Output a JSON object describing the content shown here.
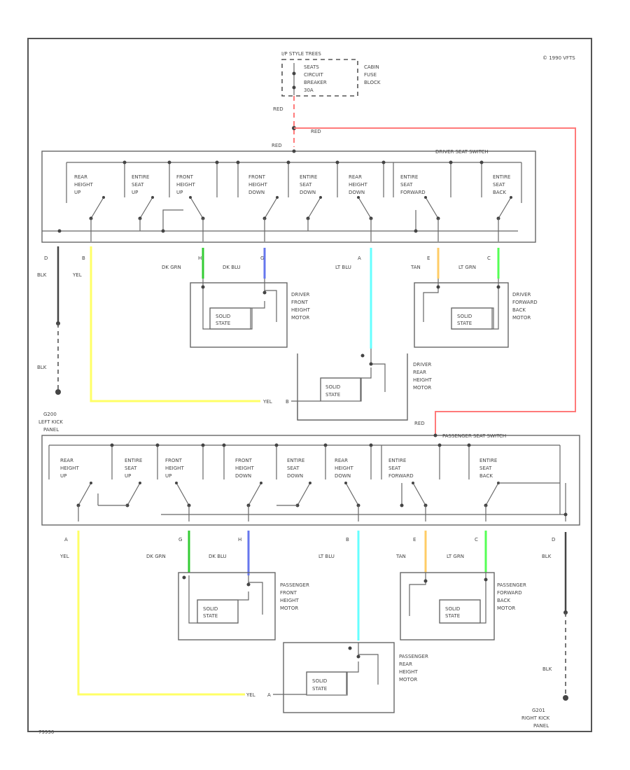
{
  "copyright": "© 1990 VFTS",
  "figure_id": "79930",
  "colors": {
    "RED": "#ff7a7a",
    "YEL": "#ffff66",
    "DK GRN": "#33cc33",
    "DK BLU": "#6677ee",
    "LT BLU": "#66ffff",
    "TAN": "#ffcc66",
    "LT GRN": "#55ff55",
    "BLK": "#444444"
  },
  "fuse": {
    "header": "I/P STYLE TREES",
    "lines": [
      "SEATS",
      "CIRCUIT",
      "BREAKER",
      "30A"
    ],
    "block": [
      "CABIN",
      "FUSE",
      "BLOCK"
    ]
  },
  "red_labels": {
    "a": "RED",
    "b": "RED",
    "c": "RED",
    "d": "RED"
  },
  "driver_switch": {
    "title": "DRIVER SEAT SWITCH",
    "sections": [
      [
        "REAR",
        "HEIGHT",
        "UP"
      ],
      [
        "ENTIRE",
        "SEAT",
        "UP"
      ],
      [
        "FRONT",
        "HEIGHT",
        "UP"
      ],
      [
        "FRONT",
        "HEIGHT",
        "DOWN"
      ],
      [
        "ENTIRE",
        "SEAT",
        "DOWN"
      ],
      [
        "REAR",
        "HEIGHT",
        "DOWN"
      ],
      [
        "ENTIRE",
        "SEAT",
        "FORWARD"
      ],
      [
        "ENTIRE",
        "SEAT",
        "BACK"
      ]
    ]
  },
  "driver_wires": [
    {
      "pin": "D",
      "label": "BLK"
    },
    {
      "pin": "B",
      "label": "YEL"
    },
    {
      "pin": "H",
      "label": "DK GRN"
    },
    {
      "pin": "G",
      "label": "DK BLU"
    },
    {
      "pin": "A",
      "label": "LT BLU"
    },
    {
      "pin": "E",
      "label": "TAN"
    },
    {
      "pin": "C",
      "label": "LT GRN"
    }
  ],
  "driver_motors": {
    "front": [
      "DRIVER",
      "FRONT",
      "HEIGHT",
      "MOTOR"
    ],
    "forward": [
      "DRIVER",
      "FORWARD",
      "BACK",
      "MOTOR"
    ],
    "rear": [
      "DRIVER",
      "REAR",
      "HEIGHT",
      "MOTOR"
    ]
  },
  "motor_inner": [
    "SOLID",
    "STATE"
  ],
  "yel_b": "YEL",
  "pin_b": "B",
  "yel_a": "YEL",
  "pin_a": "A",
  "ground_left": {
    "wire": "BLK",
    "label": [
      "G200",
      "LEFT KICK",
      "PANEL"
    ]
  },
  "passenger_switch": {
    "title": "PASSENGER SEAT SWITCH",
    "sections": [
      [
        "REAR",
        "HEIGHT",
        "UP"
      ],
      [
        "ENTIRE",
        "SEAT",
        "UP"
      ],
      [
        "FRONT",
        "HEIGHT",
        "UP"
      ],
      [
        "FRONT",
        "HEIGHT",
        "DOWN"
      ],
      [
        "ENTIRE",
        "SEAT",
        "DOWN"
      ],
      [
        "REAR",
        "HEIGHT",
        "DOWN"
      ],
      [
        "ENTIRE",
        "SEAT",
        "FORWARD"
      ],
      [
        "ENTIRE",
        "SEAT",
        "BACK"
      ]
    ]
  },
  "passenger_wires": [
    {
      "pin": "A",
      "label": "YEL"
    },
    {
      "pin": "G",
      "label": "DK GRN"
    },
    {
      "pin": "H",
      "label": "DK BLU"
    },
    {
      "pin": "B",
      "label": "LT BLU"
    },
    {
      "pin": "E",
      "label": "TAN"
    },
    {
      "pin": "C",
      "label": "LT GRN"
    },
    {
      "pin": "D",
      "label": "BLK"
    }
  ],
  "passenger_motors": {
    "front": [
      "PASSENGER",
      "FRONT",
      "HEIGHT",
      "MOTOR"
    ],
    "forward": [
      "PASSENGER",
      "FORWARD",
      "BACK",
      "MOTOR"
    ],
    "rear": [
      "PASSENGER",
      "REAR",
      "HEIGHT",
      "MOTOR"
    ]
  },
  "ground_right": {
    "wire": "BLK",
    "label": [
      "G201",
      "RIGHT KICK",
      "PANEL"
    ]
  }
}
